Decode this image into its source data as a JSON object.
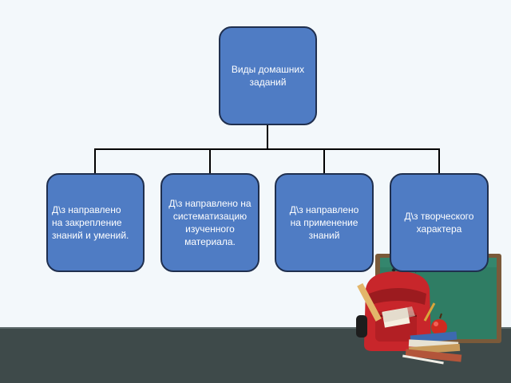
{
  "diagram": {
    "root": {
      "label": "Виды  домашних\nзаданий"
    },
    "children": [
      {
        "label": "Д\\з направлено\nна закрепление\nзнаний и умений."
      },
      {
        "label": "Д\\з направлено на\nсистематизацию\nизученного\nматериала."
      },
      {
        "label": "Д\\з  направлено\nна применение\nзнаний"
      },
      {
        "label": "Д\\з творческого\nхарактера"
      }
    ]
  },
  "colors": {
    "box_fill": "#4f7cc4",
    "box_border": "#1f2f4e",
    "background": "#f3f8fb",
    "floor": "#3e4a4a",
    "chalkboard": "#2f7d64"
  },
  "icons": {
    "clipart": "school-backpack-books-chalkboard-icon"
  }
}
